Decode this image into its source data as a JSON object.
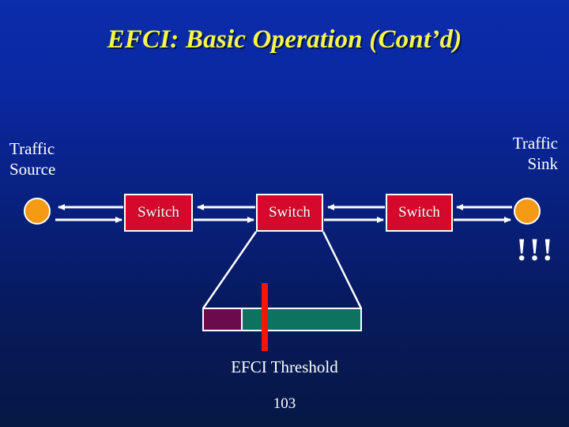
{
  "slide": {
    "title": "EFCI: Basic Operation (Cont’d)",
    "number": "103",
    "background_top_color": "#0B2CAB",
    "background_bottom_color": "#061844",
    "title_color": "#F5F54A"
  },
  "endpoints": {
    "source": {
      "label": "Traffic\nSource",
      "dot_color": "#F59A14",
      "dot_border_color": "#FFFFFF"
    },
    "sink": {
      "label": "Traffic\nSink",
      "dot_color": "#F59A14",
      "dot_border_color": "#FFFFFF"
    }
  },
  "network": {
    "switches": [
      {
        "label": "Switch",
        "fill_color": "#D4092B",
        "border_color": "#FFFFFF"
      },
      {
        "label": "Switch",
        "fill_color": "#D4092B",
        "border_color": "#FFFFFF"
      },
      {
        "label": "Switch",
        "fill_color": "#D4092B",
        "border_color": "#FFFFFF"
      }
    ],
    "link_color": "#FFFFFF",
    "link_pairs": 4,
    "forward_direction": "right",
    "reverse_direction": "left"
  },
  "queue": {
    "filled_color": "#6B0B4B",
    "empty_color": "#0B7360",
    "border_color": "#FFFFFF",
    "fill_percent": 23,
    "threshold_color": "#F91505",
    "threshold_caption": "EFCI Threshold",
    "funnel_color": "#FFFFFF"
  },
  "alerts": {
    "congestion_marks": "!!!",
    "color": "#FFFFFF"
  }
}
